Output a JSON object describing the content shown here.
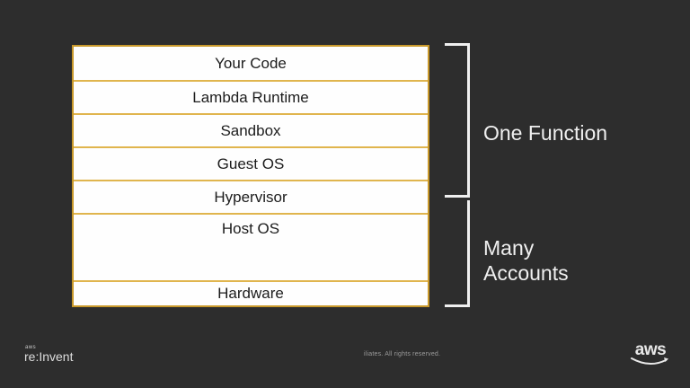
{
  "slide": {
    "background_color": "#2D2D2D",
    "accent_gold": "#C9992B",
    "divider_gold": "#E0B54E",
    "stack": {
      "layers": [
        {
          "label": "Your Code"
        },
        {
          "label": "Lambda Runtime"
        },
        {
          "label": "Sandbox"
        },
        {
          "label": "Guest OS"
        },
        {
          "label": "Hypervisor"
        },
        {
          "label": "Host OS"
        },
        {
          "label": "Hardware"
        }
      ]
    },
    "annotations": {
      "one_function": "One Function",
      "many_accounts": "Many Accounts"
    },
    "footer": {
      "reinvent_logo_small": "aws",
      "reinvent_logo_text": "re:Invent",
      "copyright": "iliates. All rights reserved.",
      "aws_logo_text": "aws"
    }
  }
}
